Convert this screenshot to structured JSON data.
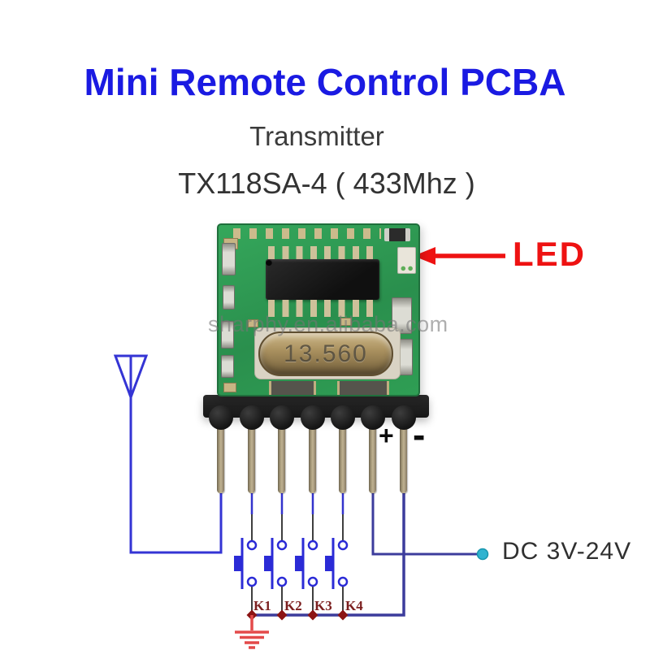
{
  "header": {
    "title": "Mini Remote Control PCBA",
    "subtitle": "Transmitter",
    "model": "TX118SA-4 ( 433Mhz )"
  },
  "pcb": {
    "crystal_label": "13.560",
    "watermark": "sharphy.en.alibaba.com",
    "plus_label": "+",
    "minus_label": "-"
  },
  "led_callout": {
    "label": "LED"
  },
  "schematic": {
    "button_labels": [
      "K1",
      "K2",
      "K3",
      "K4"
    ],
    "power_label": "DC 3V-24V"
  },
  "colors": {
    "title_blue": "#1a1ae2",
    "led_red": "#ee1212",
    "wire_blue": "#3333cc",
    "bus_navy": "#3c3c9c",
    "junction_red": "#8c1414",
    "ground_red": "#e34a4a",
    "power_dot_teal": "#2fb3d0",
    "pcb_green": "#2f9e54",
    "k_label_maroon": "#7b1f1f"
  }
}
